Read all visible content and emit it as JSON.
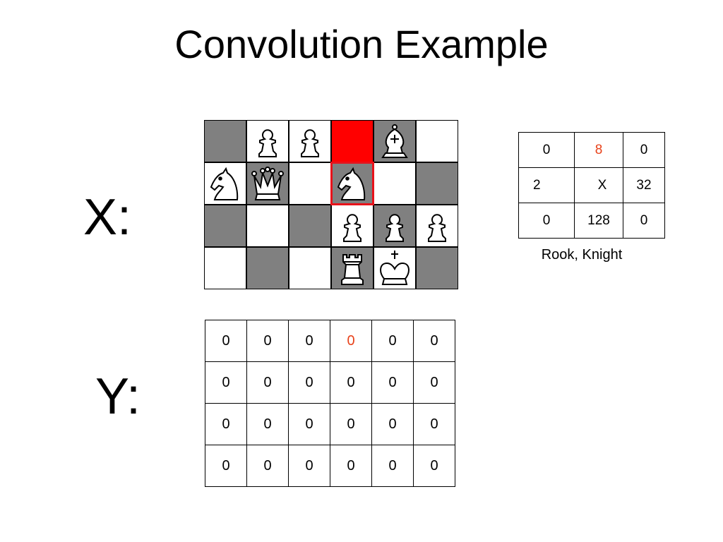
{
  "slide": {
    "title": "Convolution Example",
    "x_label": "X:",
    "y_label": "Y:"
  },
  "board": {
    "rows": [
      [
        {
          "shade": "dark",
          "piece": ""
        },
        {
          "shade": "light",
          "piece": "pawn"
        },
        {
          "shade": "light",
          "piece": "pawn"
        },
        {
          "shade": "red",
          "piece": ""
        },
        {
          "shade": "dark",
          "piece": "bishop"
        },
        {
          "shade": "light",
          "piece": ""
        }
      ],
      [
        {
          "shade": "light",
          "piece": "knight"
        },
        {
          "shade": "dark",
          "piece": "queen"
        },
        {
          "shade": "light",
          "piece": ""
        },
        {
          "shade": "dark",
          "piece": "knight"
        },
        {
          "shade": "light",
          "piece": ""
        },
        {
          "shade": "dark",
          "piece": ""
        }
      ],
      [
        {
          "shade": "dark",
          "piece": ""
        },
        {
          "shade": "light",
          "piece": ""
        },
        {
          "shade": "dark",
          "piece": ""
        },
        {
          "shade": "light",
          "piece": "pawn"
        },
        {
          "shade": "dark",
          "piece": "pawn"
        },
        {
          "shade": "light",
          "piece": "pawn"
        }
      ],
      [
        {
          "shade": "light",
          "piece": ""
        },
        {
          "shade": "dark",
          "piece": ""
        },
        {
          "shade": "light",
          "piece": ""
        },
        {
          "shade": "dark",
          "piece": "rook"
        },
        {
          "shade": "light",
          "piece": "king"
        },
        {
          "shade": "dark",
          "piece": ""
        }
      ]
    ],
    "highlight_color": "#ff0000"
  },
  "kernel": {
    "rows": [
      [
        "0",
        "8",
        "0"
      ],
      [
        "2",
        "X",
        "32"
      ],
      [
        "0",
        "128",
        "0"
      ]
    ],
    "highlight": "8",
    "caption": "Rook, Knight"
  },
  "output": {
    "rows": [
      [
        "0",
        "0",
        "0",
        "0",
        "0",
        "0"
      ],
      [
        "0",
        "0",
        "0",
        "0",
        "0",
        "0"
      ],
      [
        "0",
        "0",
        "0",
        "0",
        "0",
        "0"
      ],
      [
        "0",
        "0",
        "0",
        "0",
        "0",
        "0"
      ]
    ],
    "highlight_color": "#e8421a"
  }
}
